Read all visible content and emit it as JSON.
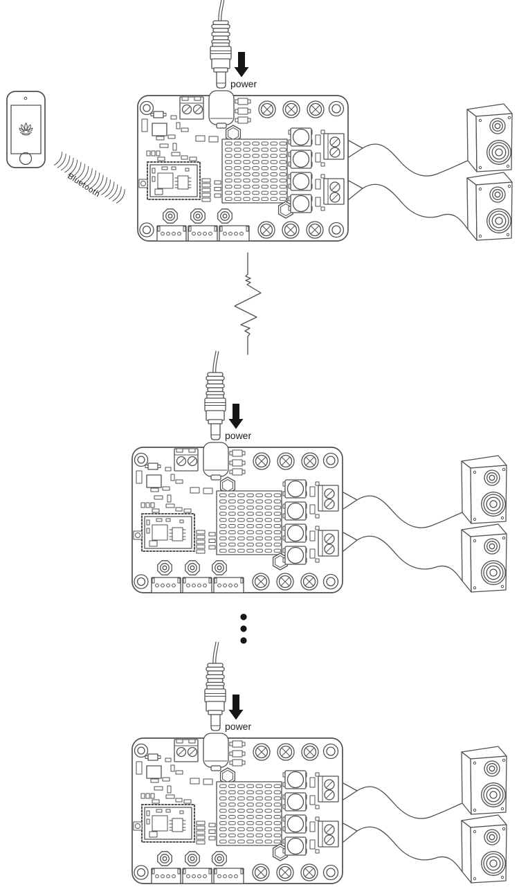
{
  "bluetooth": {
    "label": "Bluetooth"
  },
  "units": [
    {
      "id": "amplifier-unit-1",
      "power_label": "power",
      "speaker_count": 2
    },
    {
      "id": "amplifier-unit-2",
      "power_label": "power",
      "speaker_count": 2
    },
    {
      "id": "amplifier-unit-3",
      "power_label": "power",
      "speaker_count": 2
    }
  ],
  "continuation": {
    "dots_count": 3
  },
  "icons": {
    "smartphone": "rounded-rect-phone-outline",
    "lotus": "lotus-flower-glyph",
    "bluetooth_waves": "radiating-arcs",
    "power_arrow": "solid-down-arrow",
    "continuation_break": "zigzag-line",
    "more_units": "vertical-ellipsis-dots"
  },
  "colors": {
    "line": "#4f4f4f",
    "solid": "#161616",
    "text": "#1c1c1c",
    "background": "#ffffff"
  }
}
